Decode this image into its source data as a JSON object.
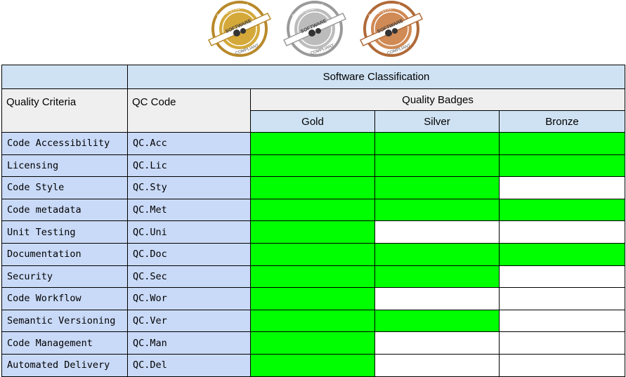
{
  "badges": [
    {
      "tier": "Gold",
      "color": "#d4a93a",
      "ring": "#b8892a",
      "top_text": "EOSC-SYNERGY",
      "ribbon_text": "SOFTWARE",
      "bottom_text": "COMPLIANT"
    },
    {
      "tier": "Silver",
      "color": "#bcbcbc",
      "ring": "#9a9a9a",
      "top_text": "EOSC-SYNERGY",
      "ribbon_text": "SOFTWARE",
      "bottom_text": "COMPLIANT"
    },
    {
      "tier": "Bronze",
      "color": "#d08a55",
      "ring": "#b06a38",
      "top_text": "EOSC-SYNERGY",
      "ribbon_text": "SOFTWARE",
      "bottom_text": "COMPLIANT"
    }
  ],
  "table": {
    "classification_header": "Software Classification",
    "criteria_header": "Quality Criteria",
    "code_header": "QC Code",
    "badges_header": "Quality Badges",
    "tiers": [
      "Gold",
      "Silver",
      "Bronze"
    ],
    "colors": {
      "yes": "#00ff00",
      "no": "#ffffff",
      "header_blue": "#cfe2f3",
      "header_grey": "#efefef",
      "row_blue": "#c9daf8"
    },
    "rows": [
      {
        "criteria": "Code Accessibility",
        "code": "QC.Acc",
        "gold": true,
        "silver": true,
        "bronze": true
      },
      {
        "criteria": "Licensing",
        "code": "QC.Lic",
        "gold": true,
        "silver": true,
        "bronze": true
      },
      {
        "criteria": "Code Style",
        "code": "QC.Sty",
        "gold": true,
        "silver": true,
        "bronze": false
      },
      {
        "criteria": "Code metadata",
        "code": "QC.Met",
        "gold": true,
        "silver": true,
        "bronze": true
      },
      {
        "criteria": "Unit Testing",
        "code": "QC.Uni",
        "gold": true,
        "silver": false,
        "bronze": false
      },
      {
        "criteria": "Documentation",
        "code": "QC.Doc",
        "gold": true,
        "silver": true,
        "bronze": true
      },
      {
        "criteria": "Security",
        "code": "QC.Sec",
        "gold": true,
        "silver": true,
        "bronze": false
      },
      {
        "criteria": "Code Workflow",
        "code": "QC.Wor",
        "gold": true,
        "silver": false,
        "bronze": false
      },
      {
        "criteria": "Semantic Versioning",
        "code": "QC.Ver",
        "gold": true,
        "silver": true,
        "bronze": false
      },
      {
        "criteria": "Code Management",
        "code": "QC.Man",
        "gold": true,
        "silver": false,
        "bronze": false
      },
      {
        "criteria": "Automated Delivery",
        "code": "QC.Del",
        "gold": true,
        "silver": false,
        "bronze": false
      }
    ]
  }
}
